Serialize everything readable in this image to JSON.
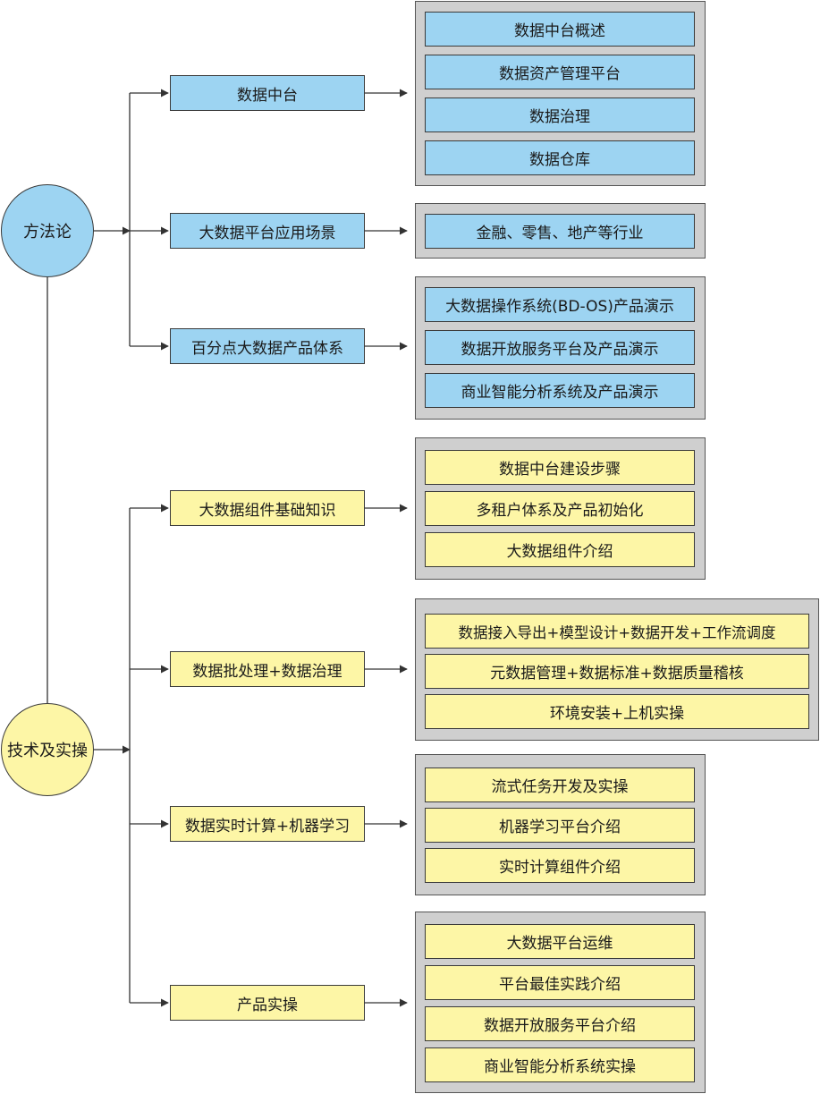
{
  "colors": {
    "blue_fill": "#9dd4f2",
    "yellow_fill": "#fdf6a6",
    "group_fill": "#cfcfcf",
    "line": "#333333"
  },
  "roots": [
    {
      "label": "方法论",
      "children": [
        {
          "label": "数据中台",
          "items": [
            "数据中台概述",
            "数据资产管理平台",
            "数据治理",
            "数据仓库"
          ]
        },
        {
          "label": "大数据平台应用场景",
          "items": [
            "金融、零售、地产等行业"
          ]
        },
        {
          "label": "百分点大数据产品体系",
          "items": [
            "大数据操作系统(BD-OS)产品演示",
            "数据开放服务平台及产品演示",
            "商业智能分析系统及产品演示"
          ]
        }
      ]
    },
    {
      "label": "技术及实操",
      "children": [
        {
          "label": "大数据组件基础知识",
          "items": [
            "数据中台建设步骤",
            "多租户体系及产品初始化",
            "大数据组件介绍"
          ]
        },
        {
          "label": "数据批处理+数据治理",
          "items": [
            "数据接入导出+模型设计+数据开发+工作流调度",
            "元数据管理+数据标准+数据质量稽核",
            "环境安装+上机实操"
          ]
        },
        {
          "label": "数据实时计算+机器学习",
          "items": [
            "流式任务开发及实操",
            "机器学习平台介绍",
            "实时计算组件介绍"
          ]
        },
        {
          "label": "产品实操",
          "items": [
            "大数据平台运维",
            "平台最佳实践介绍",
            "数据开放服务平台介绍",
            "商业智能分析系统实操"
          ]
        }
      ]
    }
  ]
}
